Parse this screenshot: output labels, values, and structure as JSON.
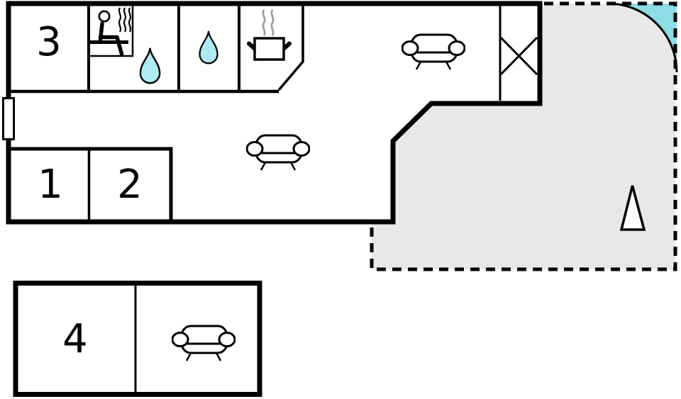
{
  "floor_plan": {
    "rooms": [
      {
        "id": "room-3",
        "label": "3"
      },
      {
        "id": "room-1",
        "label": "1"
      },
      {
        "id": "room-2",
        "label": "2"
      },
      {
        "id": "room-4",
        "label": "4"
      }
    ],
    "icons": [
      "sauna-person-icon",
      "sauna-steam-icon",
      "water-drop-icon",
      "water-drop-icon",
      "cooking-pot-icon",
      "pot-steam-icon",
      "sofa-icon",
      "sofa-icon",
      "sofa-icon",
      "crossed-box-icon",
      "door-swing-icon",
      "tree-icon",
      "window-icon"
    ],
    "colors": {
      "wall": "#000000",
      "room_fill": "#ffffff",
      "water_drop": "#aeeaf2",
      "door_swing": "#8ddde4",
      "terrace_fill": "#e8e8e8",
      "steam": "#999999",
      "label_text": "#000000",
      "page_bg": "#ffffff"
    }
  }
}
